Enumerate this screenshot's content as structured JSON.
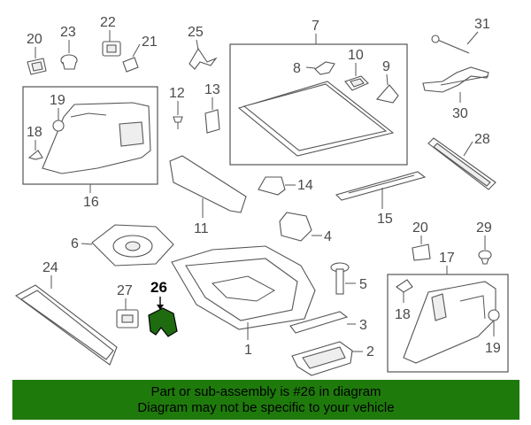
{
  "callouts": {
    "n1": "1",
    "n2": "2",
    "n3": "3",
    "n4": "4",
    "n5": "5",
    "n6": "6",
    "n7": "7",
    "n8": "8",
    "n9": "9",
    "n10": "10",
    "n11": "11",
    "n12": "12",
    "n13": "13",
    "n14": "14",
    "n15": "15",
    "n16": "16",
    "n17": "17",
    "n18a": "18",
    "n18b": "18",
    "n19a": "19",
    "n19b": "19",
    "n20a": "20",
    "n20b": "20",
    "n21": "21",
    "n22": "22",
    "n23": "23",
    "n24": "24",
    "n25": "25",
    "n26": "26",
    "n27": "27",
    "n28": "28",
    "n29": "29",
    "n30": "30",
    "n31": "31"
  },
  "highlight_part": "26",
  "colors": {
    "banner": "#1f7a0c",
    "highlight_part": "#1e6b10",
    "line": "#555555"
  },
  "banner": {
    "line1": "Part or sub-assembly is #26 in diagram",
    "line2": "Diagram may not be specific to your vehicle"
  }
}
